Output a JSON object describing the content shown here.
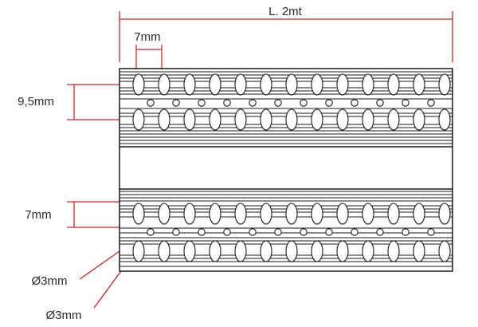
{
  "labels": {
    "length": "L. 2mt",
    "pitch": "7mm",
    "top_strip_height": "9,5mm",
    "bottom_strip_height": "7mm",
    "diameter_upper": "Ø3mm",
    "diameter_lower": "Ø3mm"
  },
  "colors": {
    "dimension_line": "#c0282d",
    "outline": "#1a1a1a",
    "text": "#2b2b2b",
    "bead_fill": "#ffffff"
  }
}
